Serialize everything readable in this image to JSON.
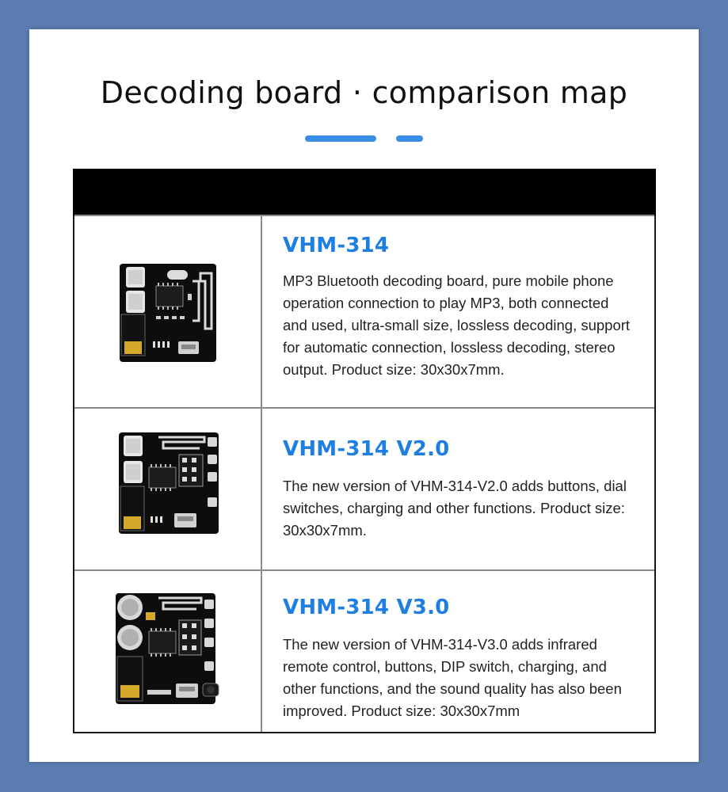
{
  "page": {
    "title": "Decoding board · comparison map",
    "accent_color": "#3a8ee6",
    "model_color": "#1f7fe0",
    "background_color": "#5b7db1"
  },
  "rows": [
    {
      "model": "VHM-314",
      "description": "MP3 Bluetooth decoding board, pure mobile phone operation connection to play MP3, both connected and used, ultra-small size, lossless decoding, support for automatic connection, lossless decoding, stereo output. Product size: 30x30x7mm.",
      "image_icon": "circuit-board-icon"
    },
    {
      "model": "VHM-314 V2.0",
      "description": "The new version of VHM-314-V2.0 adds buttons, dial switches, charging and other functions. Product size: 30x30x7mm.",
      "image_icon": "circuit-board-icon"
    },
    {
      "model": "VHM-314 V3.0",
      "description": "The new version of VHM-314-V3.0 adds infrared remote control, buttons, DIP switch, charging, and other functions, and the sound quality has also been improved. Product size: 30x30x7mm",
      "image_icon": "circuit-board-icon"
    }
  ]
}
